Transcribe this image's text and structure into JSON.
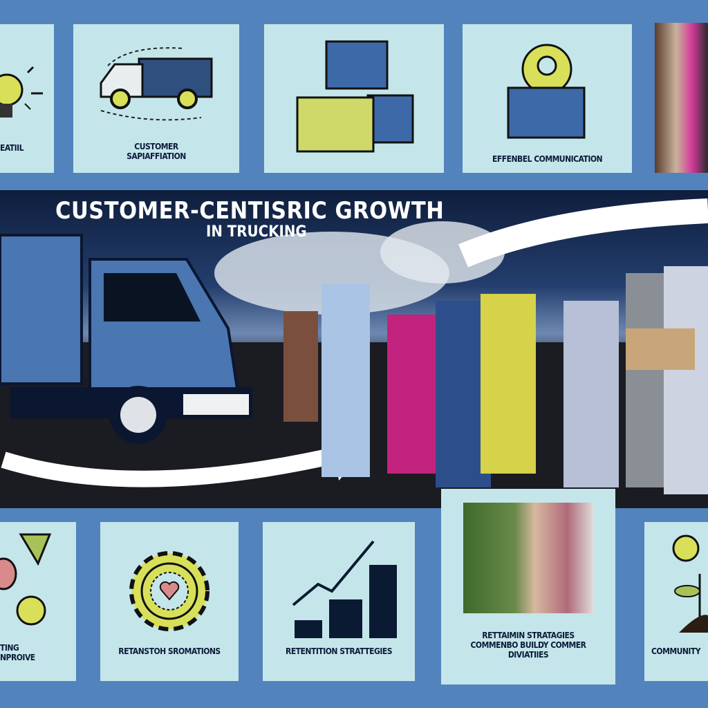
{
  "hero": {
    "title": "CUSTOMER-CENTISRIC GROWTH",
    "subtitle": "IN TRUCKING"
  },
  "top_panels": [
    {
      "label": "EATIIL",
      "icon": "lightbulb-icon"
    },
    {
      "label": "CUSTOMER SAPIAFFIATION",
      "icon": "truck-icon"
    },
    {
      "label": "",
      "icon": "boxes-icon"
    },
    {
      "label": "EFFENBEL COMMUNICATION",
      "icon": "user-box-icon"
    }
  ],
  "bottom_panels": [
    {
      "label": "TING NPROIVE",
      "icon": "shapes-icon"
    },
    {
      "label": "RETANSTOH SROMATIONS",
      "icon": "gear-heart-icon"
    },
    {
      "label": "RETENTITION STRATTEGIES",
      "icon": "growth-chart-icon"
    },
    {
      "label": "RETTAIMIN STRATAGIES COMMENBO BUILDY COMMER DIVIATIIES",
      "icon": "photo-handshake"
    },
    {
      "label": "COMMUNITY",
      "icon": "plant-coin-icon"
    }
  ],
  "colors": {
    "background": "#5283bd",
    "panel": "#c4e6ea",
    "accent_yellow": "#cfd96a",
    "accent_blue": "#3d69a8",
    "text": "#0d1a3a"
  }
}
